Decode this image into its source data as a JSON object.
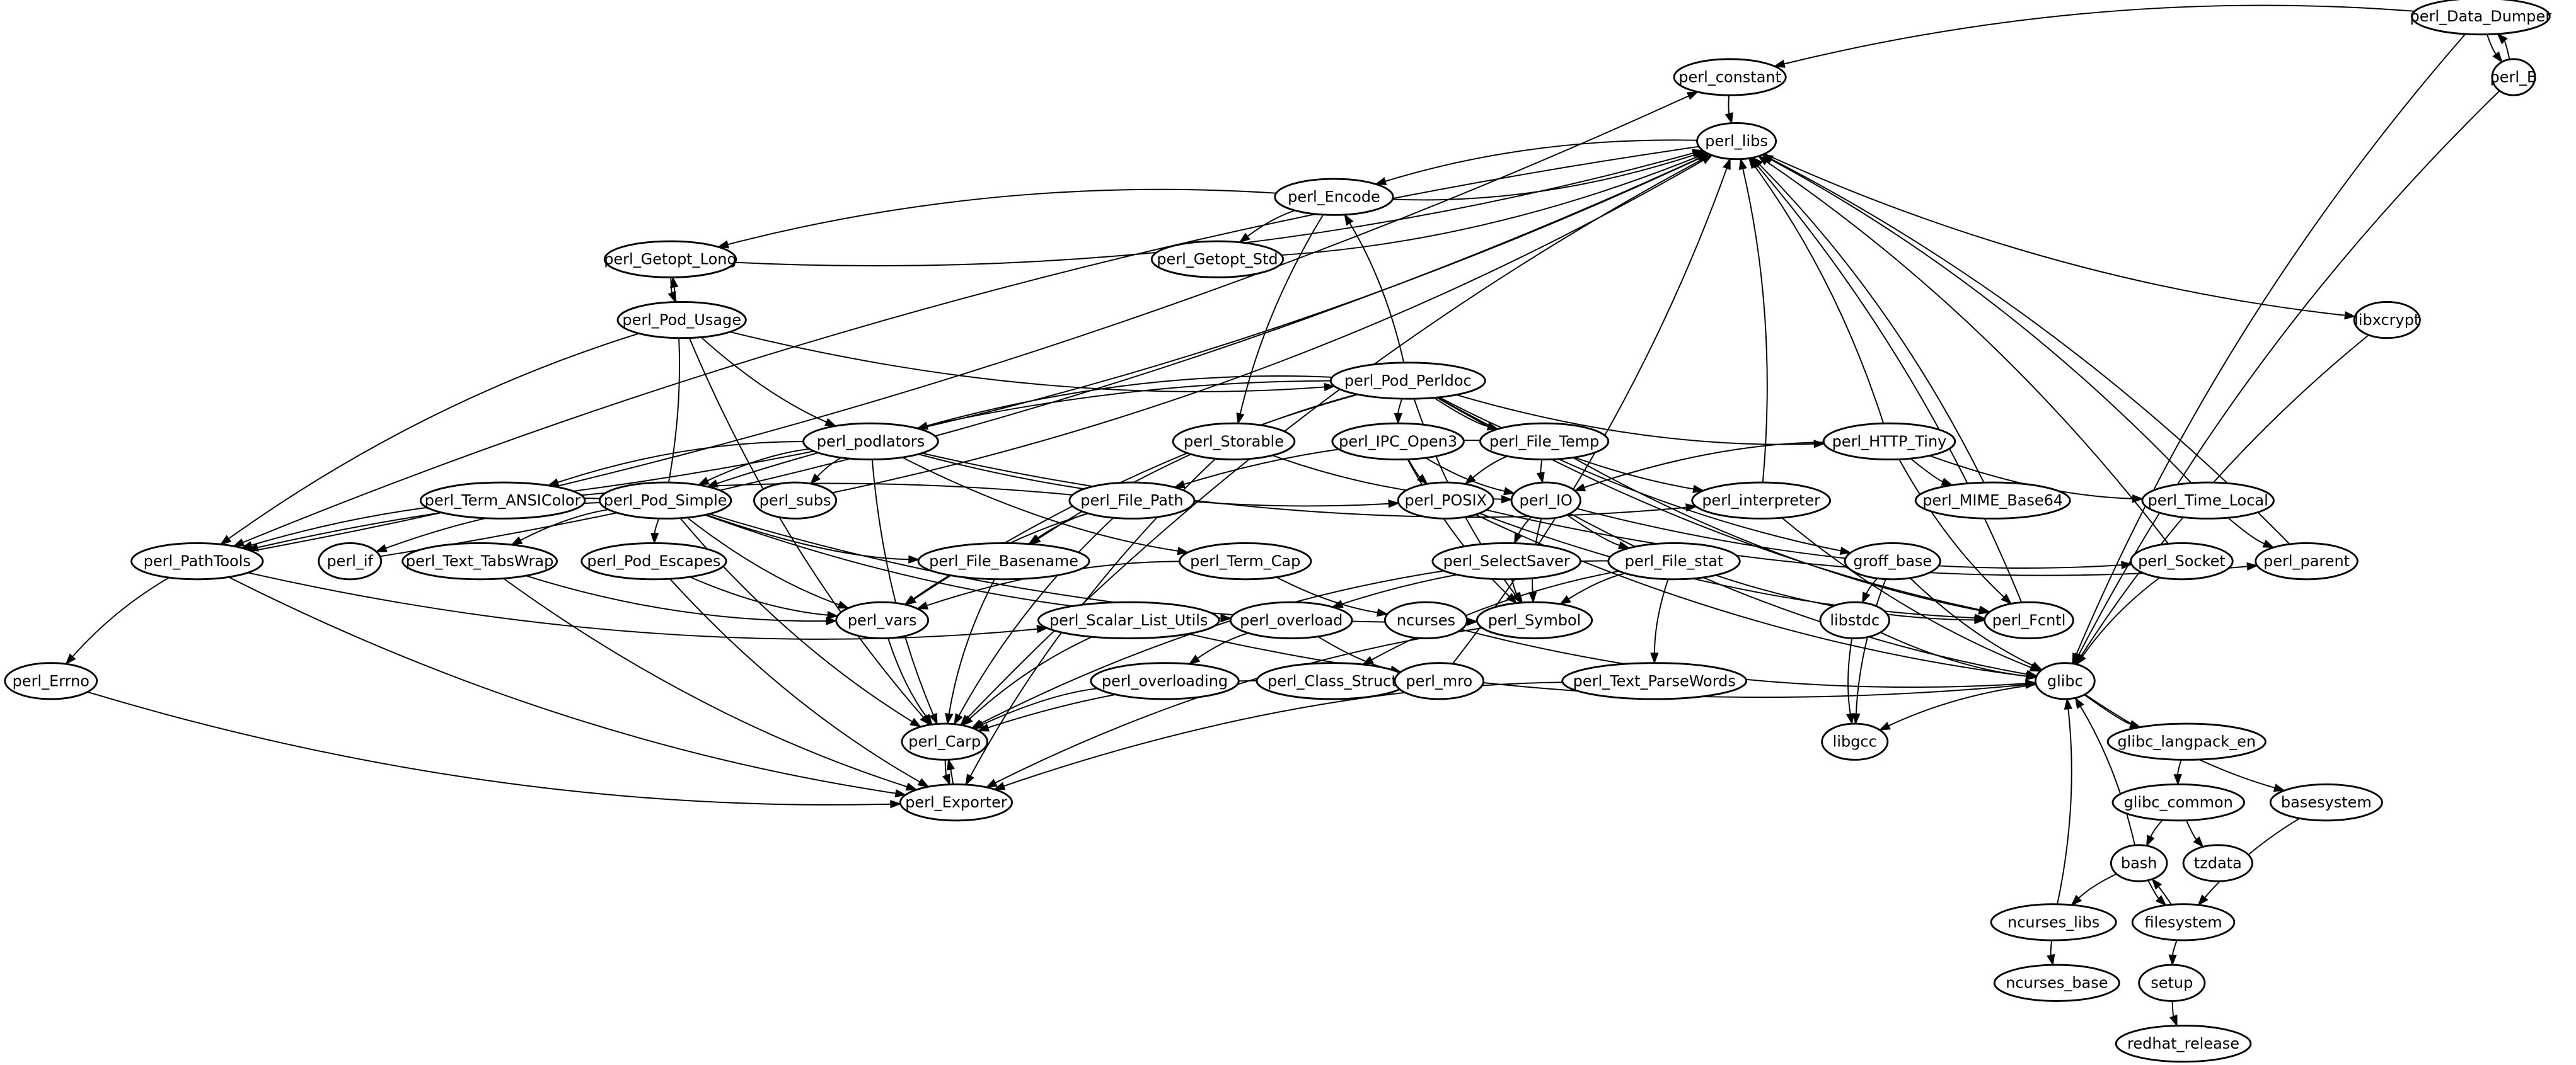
{
  "title": "RPM dependency graph",
  "colors": {
    "node_stroke": "#000000",
    "node_fill": "#ffffff",
    "edge": "#000000",
    "background": "#ffffff"
  },
  "nodes": [
    {
      "id": "perl_Data_Dumper",
      "label": "perl_Data_Dumper"
    },
    {
      "id": "perl_B",
      "label": "perl_B"
    },
    {
      "id": "perl_constant",
      "label": "perl_constant"
    },
    {
      "id": "perl_libs",
      "label": "perl_libs"
    },
    {
      "id": "perl_Encode",
      "label": "perl_Encode"
    },
    {
      "id": "perl_Getopt_Long",
      "label": "perl_Getopt_Long"
    },
    {
      "id": "perl_Getopt_Std",
      "label": "perl_Getopt_Std"
    },
    {
      "id": "libxcrypt",
      "label": "libxcrypt"
    },
    {
      "id": "perl_Pod_Usage",
      "label": "perl_Pod_Usage"
    },
    {
      "id": "perl_Pod_Perldoc",
      "label": "perl_Pod_Perldoc"
    },
    {
      "id": "perl_podlators",
      "label": "perl_podlators"
    },
    {
      "id": "perl_Storable",
      "label": "perl_Storable"
    },
    {
      "id": "perl_IPC_Open3",
      "label": "perl_IPC_Open3"
    },
    {
      "id": "perl_File_Temp",
      "label": "perl_File_Temp"
    },
    {
      "id": "perl_HTTP_Tiny",
      "label": "perl_HTTP_Tiny"
    },
    {
      "id": "perl_Term_ANSIColor",
      "label": "perl_Term_ANSIColor"
    },
    {
      "id": "perl_Pod_Simple",
      "label": "perl_Pod_Simple"
    },
    {
      "id": "perl_subs",
      "label": "perl_subs"
    },
    {
      "id": "perl_File_Path",
      "label": "perl_File_Path"
    },
    {
      "id": "perl_POSIX",
      "label": "perl_POSIX"
    },
    {
      "id": "perl_IO",
      "label": "perl_IO"
    },
    {
      "id": "perl_interpreter",
      "label": "perl_interpreter"
    },
    {
      "id": "perl_MIME_Base64",
      "label": "perl_MIME_Base64"
    },
    {
      "id": "perl_Time_Local",
      "label": "perl_Time_Local"
    },
    {
      "id": "perl_PathTools",
      "label": "perl_PathTools"
    },
    {
      "id": "perl_if",
      "label": "perl_if"
    },
    {
      "id": "perl_Text_TabsWrap",
      "label": "perl_Text_TabsWrap"
    },
    {
      "id": "perl_Pod_Escapes",
      "label": "perl_Pod_Escapes"
    },
    {
      "id": "perl_File_Basename",
      "label": "perl_File_Basename"
    },
    {
      "id": "perl_Term_Cap",
      "label": "perl_Term_Cap"
    },
    {
      "id": "perl_SelectSaver",
      "label": "perl_SelectSaver"
    },
    {
      "id": "perl_File_stat",
      "label": "perl_File_stat"
    },
    {
      "id": "groff_base",
      "label": "groff_base"
    },
    {
      "id": "perl_Socket",
      "label": "perl_Socket"
    },
    {
      "id": "perl_parent",
      "label": "perl_parent"
    },
    {
      "id": "perl_vars",
      "label": "perl_vars"
    },
    {
      "id": "perl_Scalar_List_Utils",
      "label": "perl_Scalar_List_Utils"
    },
    {
      "id": "perl_overload",
      "label": "perl_overload"
    },
    {
      "id": "ncurses",
      "label": "ncurses"
    },
    {
      "id": "perl_Symbol",
      "label": "perl_Symbol"
    },
    {
      "id": "libstdc",
      "label": "libstdc"
    },
    {
      "id": "perl_Fcntl",
      "label": "perl_Fcntl"
    },
    {
      "id": "perl_Errno",
      "label": "perl_Errno"
    },
    {
      "id": "perl_overloading",
      "label": "perl_overloading"
    },
    {
      "id": "perl_Class_Struct",
      "label": "perl_Class_Struct"
    },
    {
      "id": "perl_mro",
      "label": "perl_mro"
    },
    {
      "id": "perl_Text_ParseWords",
      "label": "perl_Text_ParseWords"
    },
    {
      "id": "glibc",
      "label": "glibc"
    },
    {
      "id": "perl_Carp",
      "label": "perl_Carp"
    },
    {
      "id": "libgcc",
      "label": "libgcc"
    },
    {
      "id": "glibc_langpack_en",
      "label": "glibc_langpack_en"
    },
    {
      "id": "perl_Exporter",
      "label": "perl_Exporter"
    },
    {
      "id": "glibc_common",
      "label": "glibc_common"
    },
    {
      "id": "basesystem",
      "label": "basesystem"
    },
    {
      "id": "bash",
      "label": "bash"
    },
    {
      "id": "tzdata",
      "label": "tzdata"
    },
    {
      "id": "ncurses_libs",
      "label": "ncurses_libs"
    },
    {
      "id": "filesystem",
      "label": "filesystem"
    },
    {
      "id": "ncurses_base",
      "label": "ncurses_base"
    },
    {
      "id": "setup",
      "label": "setup"
    },
    {
      "id": "redhat_release",
      "label": "redhat_release"
    }
  ],
  "edges": [
    [
      "perl_Data_Dumper",
      "perl_constant"
    ],
    [
      "perl_Data_Dumper",
      "perl_B"
    ],
    [
      "perl_B",
      "perl_Data_Dumper"
    ],
    [
      "perl_Data_Dumper",
      "glibc"
    ],
    [
      "perl_B",
      "glibc"
    ],
    [
      "perl_constant",
      "perl_libs"
    ],
    [
      "perl_PathTools",
      "perl_constant"
    ],
    [
      "perl_libs",
      "libxcrypt"
    ],
    [
      "libxcrypt",
      "glibc"
    ],
    [
      "perl_libs",
      "perl_Carp"
    ],
    [
      "perl_libs",
      "perl_PathTools"
    ],
    [
      "perl_libs",
      "perl_Encode"
    ],
    [
      "perl_Encode",
      "perl_libs"
    ],
    [
      "perl_Encode",
      "perl_Getopt_Long"
    ],
    [
      "perl_Encode",
      "perl_Getopt_Std"
    ],
    [
      "perl_Encode",
      "perl_Storable"
    ],
    [
      "perl_Getopt_Std",
      "perl_libs"
    ],
    [
      "perl_Getopt_Long",
      "perl_libs"
    ],
    [
      "perl_Getopt_Long",
      "perl_Pod_Usage"
    ],
    [
      "perl_Pod_Usage",
      "perl_Pod_Perldoc"
    ],
    [
      "perl_Pod_Usage",
      "perl_podlators"
    ],
    [
      "perl_Pod_Usage",
      "perl_PathTools"
    ],
    [
      "perl_Pod_Usage",
      "perl_Carp"
    ],
    [
      "perl_Pod_Perldoc",
      "perl_Encode"
    ],
    [
      "perl_Pod_Perldoc",
      "perl_podlators"
    ],
    [
      "perl_Pod_Perldoc",
      "perl_Pod_Simple"
    ],
    [
      "perl_Pod_Perldoc",
      "perl_IPC_Open3"
    ],
    [
      "perl_Pod_Perldoc",
      "perl_File_Temp"
    ],
    [
      "perl_Pod_Perldoc",
      "perl_HTTP_Tiny"
    ],
    [
      "perl_Pod_Perldoc",
      "perl_File_Basename"
    ],
    [
      "perl_Pod_Perldoc",
      "perl_vars"
    ],
    [
      "perl_Pod_Perldoc",
      "perl_Symbol"
    ],
    [
      "perl_Pod_Perldoc",
      "perl_interpreter"
    ],
    [
      "perl_Pod_Perldoc",
      "perl_Fcntl"
    ],
    [
      "perl_Pod_Perldoc",
      "groff_base"
    ],
    [
      "perl_podlators",
      "perl_Term_ANSIColor"
    ],
    [
      "perl_podlators",
      "perl_Pod_Simple"
    ],
    [
      "perl_podlators",
      "perl_subs"
    ],
    [
      "perl_podlators",
      "perl_POSIX"
    ],
    [
      "perl_podlators",
      "perl_Term_Cap"
    ],
    [
      "perl_podlators",
      "perl_Carp"
    ],
    [
      "perl_podlators",
      "perl_interpreter"
    ],
    [
      "perl_Term_ANSIColor",
      "perl_libs"
    ],
    [
      "perl_subs",
      "perl_libs"
    ],
    [
      "perl_if",
      "perl_libs"
    ],
    [
      "perl_Pod_Simple",
      "perl_Getopt_Long"
    ],
    [
      "perl_Pod_Simple",
      "perl_PathTools"
    ],
    [
      "perl_Pod_Simple",
      "perl_if"
    ],
    [
      "perl_Pod_Simple",
      "perl_Text_TabsWrap"
    ],
    [
      "perl_Pod_Simple",
      "perl_Pod_Escapes"
    ],
    [
      "perl_Pod_Simple",
      "perl_File_Basename"
    ],
    [
      "perl_Pod_Simple",
      "perl_vars"
    ],
    [
      "perl_Pod_Simple",
      "perl_Carp"
    ],
    [
      "perl_Pod_Simple",
      "perl_overload"
    ],
    [
      "perl_Pod_Simple",
      "perl_Symbol"
    ],
    [
      "perl_Storable",
      "perl_IO"
    ],
    [
      "perl_Storable",
      "perl_Exporter"
    ],
    [
      "perl_IPC_Open3",
      "perl_POSIX"
    ],
    [
      "perl_IPC_Open3",
      "perl_IO"
    ],
    [
      "perl_IPC_Open3",
      "perl_Symbol"
    ],
    [
      "perl_File_Temp",
      "perl_File_Path"
    ],
    [
      "perl_File_Temp",
      "perl_POSIX"
    ],
    [
      "perl_File_Temp",
      "perl_IO"
    ],
    [
      "perl_File_Temp",
      "perl_Fcntl"
    ],
    [
      "perl_HTTP_Tiny",
      "perl_libs"
    ],
    [
      "perl_HTTP_Tiny",
      "perl_IO"
    ],
    [
      "perl_HTTP_Tiny",
      "perl_MIME_Base64"
    ],
    [
      "perl_HTTP_Tiny",
      "perl_Time_Local"
    ],
    [
      "perl_HTTP_Tiny",
      "perl_Fcntl"
    ],
    [
      "perl_File_Path",
      "perl_PathTools"
    ],
    [
      "perl_File_Path",
      "perl_File_Basename"
    ],
    [
      "perl_File_Path",
      "perl_vars"
    ],
    [
      "perl_File_Path",
      "perl_Carp"
    ],
    [
      "perl_POSIX",
      "perl_Fcntl"
    ],
    [
      "perl_POSIX",
      "glibc"
    ],
    [
      "perl_POSIX",
      "perl_parent"
    ],
    [
      "perl_IO",
      "perl_SelectSaver"
    ],
    [
      "perl_IO",
      "perl_File_stat"
    ],
    [
      "perl_IO",
      "perl_Symbol"
    ],
    [
      "perl_IO",
      "perl_Socket"
    ],
    [
      "perl_IO",
      "glibc"
    ],
    [
      "perl_interpreter",
      "perl_libs"
    ],
    [
      "perl_interpreter",
      "glibc"
    ],
    [
      "perl_MIME_Base64",
      "perl_libs"
    ],
    [
      "perl_Time_Local",
      "perl_libs"
    ],
    [
      "perl_Time_Local",
      "perl_parent"
    ],
    [
      "perl_Socket",
      "perl_libs"
    ],
    [
      "perl_Socket",
      "glibc"
    ],
    [
      "perl_parent",
      "perl_libs"
    ],
    [
      "perl_Fcntl",
      "perl_libs"
    ],
    [
      "perl_PathTools",
      "perl_Errno"
    ],
    [
      "perl_PathTools",
      "perl_Scalar_List_Utils"
    ],
    [
      "perl_PathTools",
      "perl_Exporter"
    ],
    [
      "perl_Text_TabsWrap",
      "perl_vars"
    ],
    [
      "perl_Text_TabsWrap",
      "perl_Exporter"
    ],
    [
      "perl_Pod_Escapes",
      "perl_vars"
    ],
    [
      "perl_Pod_Escapes",
      "perl_Exporter"
    ],
    [
      "perl_File_Basename",
      "perl_Carp"
    ],
    [
      "perl_Term_Cap",
      "perl_vars"
    ],
    [
      "perl_Term_Cap",
      "ncurses"
    ],
    [
      "perl_SelectSaver",
      "perl_Symbol"
    ],
    [
      "perl_SelectSaver",
      "perl_Carp"
    ],
    [
      "perl_File_stat",
      "perl_Symbol"
    ],
    [
      "perl_File_stat",
      "perl_overload"
    ],
    [
      "perl_File_stat",
      "perl_Class_Struct"
    ],
    [
      "perl_File_stat",
      "perl_Fcntl"
    ],
    [
      "perl_File_stat",
      "perl_Text_ParseWords"
    ],
    [
      "groff_base",
      "libstdc"
    ],
    [
      "groff_base",
      "libgcc"
    ],
    [
      "groff_base",
      "glibc"
    ],
    [
      "perl_vars",
      "perl_Carp"
    ],
    [
      "perl_Scalar_List_Utils",
      "perl_Carp"
    ],
    [
      "perl_Scalar_List_Utils",
      "glibc"
    ],
    [
      "perl_overload",
      "perl_overloading"
    ],
    [
      "perl_overload",
      "perl_mro"
    ],
    [
      "ncurses",
      "glibc"
    ],
    [
      "perl_Symbol",
      "perl_Exporter"
    ],
    [
      "libstdc",
      "libgcc"
    ],
    [
      "libstdc",
      "glibc"
    ],
    [
      "perl_Errno",
      "perl_Exporter"
    ],
    [
      "perl_overloading",
      "perl_Carp"
    ],
    [
      "perl_Class_Struct",
      "perl_Carp"
    ],
    [
      "perl_mro",
      "perl_libs"
    ],
    [
      "perl_Text_ParseWords",
      "perl_Exporter"
    ],
    [
      "perl_Carp",
      "perl_Exporter"
    ],
    [
      "perl_Exporter",
      "perl_Carp"
    ],
    [
      "glibc",
      "libgcc"
    ],
    [
      "glibc",
      "glibc_langpack_en"
    ],
    [
      "glibc",
      "basesystem"
    ],
    [
      "glibc_langpack_en",
      "glibc_common"
    ],
    [
      "glibc_common",
      "bash"
    ],
    [
      "glibc_common",
      "tzdata"
    ],
    [
      "basesystem",
      "filesystem"
    ],
    [
      "bash",
      "glibc"
    ],
    [
      "bash",
      "ncurses_libs"
    ],
    [
      "bash",
      "filesystem"
    ],
    [
      "filesystem",
      "bash"
    ],
    [
      "ncurses_libs",
      "glibc"
    ],
    [
      "ncurses_libs",
      "ncurses_base"
    ],
    [
      "filesystem",
      "setup"
    ],
    [
      "setup",
      "redhat_release"
    ]
  ]
}
